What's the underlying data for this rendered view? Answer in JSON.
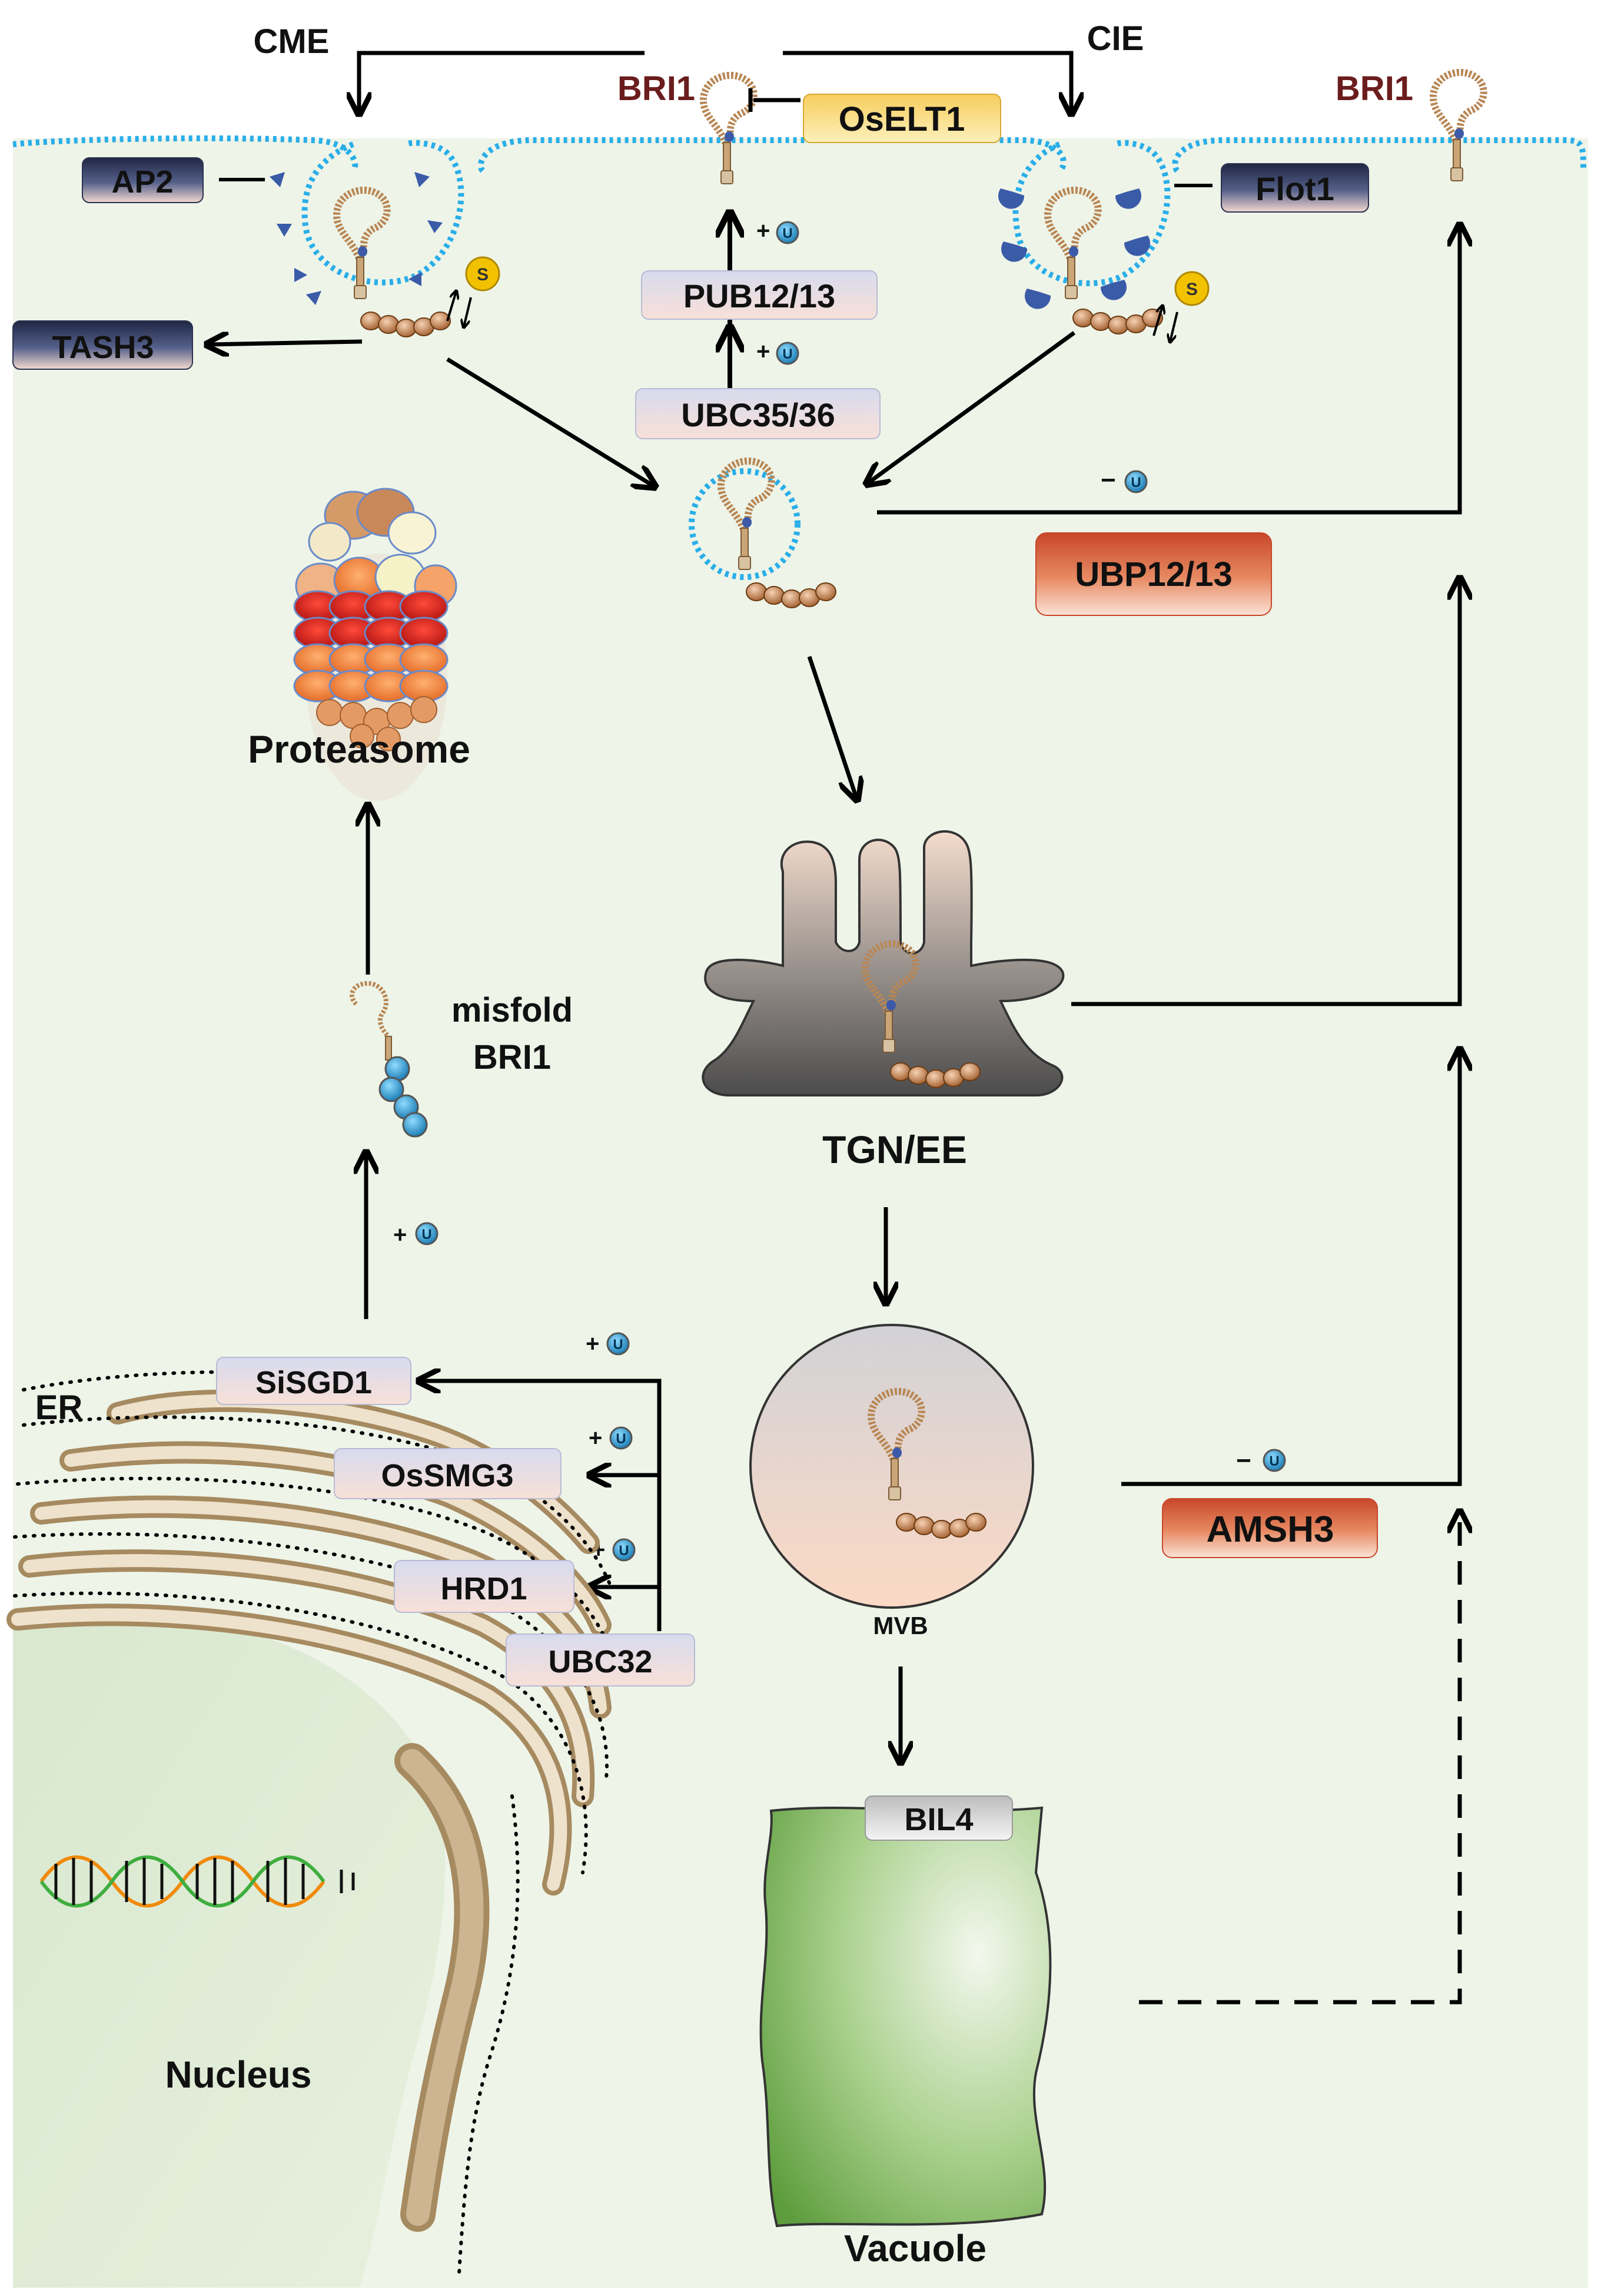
{
  "labels": {
    "cme": "CME",
    "cie": "CIE",
    "bri1_left": "BRI1",
    "bri1_right": "BRI1",
    "proteasome": "Proteasome",
    "misfold_line1": "misfold",
    "misfold_line2": "BRI1",
    "tgn_ee": "TGN/EE",
    "mvb": "MVB",
    "vacuole": "Vacuole",
    "nucleus": "Nucleus",
    "er": "ER"
  },
  "boxes": {
    "ap2": "AP2",
    "tash3": "TASH3",
    "oselt1": "OsELT1",
    "pub12_13": "PUB12/13",
    "ubc35_36": "UBC35/36",
    "flot1": "Flot1",
    "ubp12_13": "UBP12/13",
    "sisgd1": "SiSGD1",
    "ossmg3": "OsSMG3",
    "hrd1": "HRD1",
    "ubc32": "UBC32",
    "bil4": "BIL4",
    "amsh3": "AMSH3"
  },
  "ubiquitin": {
    "symbol": "U",
    "plus": "+",
    "minus": "−"
  },
  "phospho": {
    "symbol": "S"
  },
  "colors": {
    "cell_bg": "#eef4e8",
    "membrane": "#29aee8",
    "bri1_label": "#6b1d1d",
    "dark_box": "#2b3350",
    "light_box": "#dde0ee",
    "oselt1_box": "#f9d978",
    "orange_box": "#d95a32",
    "tgn_top": "#f1d7c8",
    "tgn_bottom": "#555555",
    "vacuole": "#8cc06a",
    "er": "#a68a60",
    "ubiquitin": "#2a9bd2",
    "phospho": "#f2c200"
  }
}
